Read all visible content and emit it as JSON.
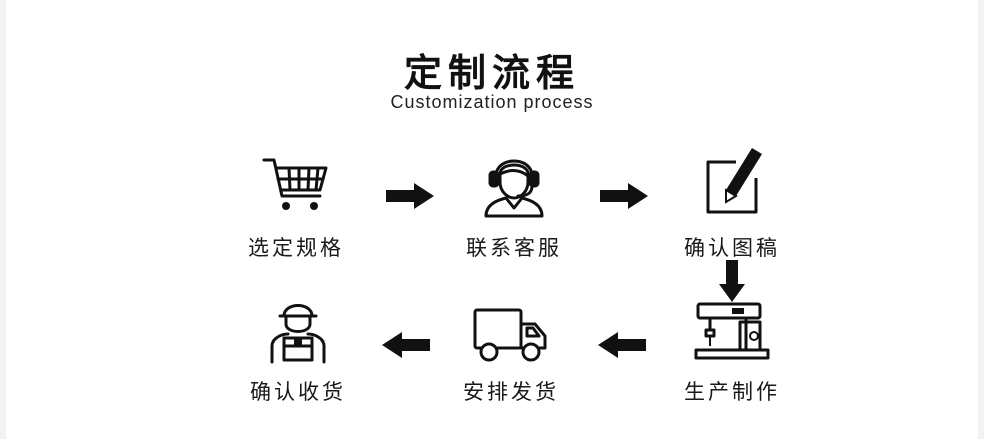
{
  "header": {
    "title": "定制流程",
    "subtitle": "Customization process"
  },
  "steps": [
    {
      "label": "选定规格",
      "icon": "shopping-cart-icon"
    },
    {
      "label": "联系客服",
      "icon": "customer-service-icon"
    },
    {
      "label": "确认图稿",
      "icon": "pencil-drawing-icon"
    },
    {
      "label": "生产制作",
      "icon": "sewing-machine-icon"
    },
    {
      "label": "安排发货",
      "icon": "delivery-truck-icon"
    },
    {
      "label": "确认收货",
      "icon": "courier-package-icon"
    }
  ],
  "colors": {
    "ink": "#111111",
    "background": "#ffffff",
    "border": "#f2f2f2"
  }
}
